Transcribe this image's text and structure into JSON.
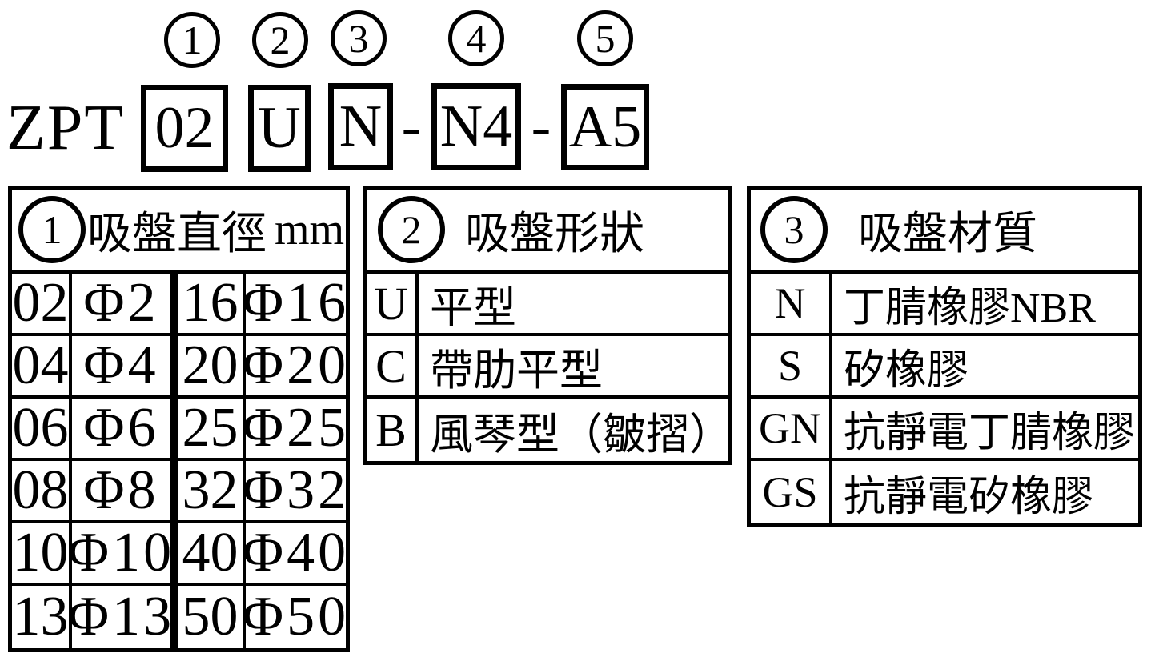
{
  "model_code": {
    "prefix": "ZPT",
    "separator": "-",
    "segments": [
      {
        "num": "1",
        "code": "02"
      },
      {
        "num": "2",
        "code": "U"
      },
      {
        "num": "3",
        "code": "N"
      },
      {
        "num": "4",
        "code": "N4"
      },
      {
        "num": "5",
        "code": "A5"
      }
    ]
  },
  "tables": {
    "diameter": {
      "num": "1",
      "title": "吸盤直徑",
      "unit": "mm",
      "rows": [
        {
          "code_a": "02",
          "dia_a": "Φ2",
          "code_b": "16",
          "dia_b": "Φ16"
        },
        {
          "code_a": "04",
          "dia_a": "Φ4",
          "code_b": "20",
          "dia_b": "Φ20"
        },
        {
          "code_a": "06",
          "dia_a": "Φ6",
          "code_b": "25",
          "dia_b": "Φ25"
        },
        {
          "code_a": "08",
          "dia_a": "Φ8",
          "code_b": "32",
          "dia_b": "Φ32"
        },
        {
          "code_a": "10",
          "dia_a": "Φ10",
          "code_b": "40",
          "dia_b": "Φ40"
        },
        {
          "code_a": "13",
          "dia_a": "Φ13",
          "code_b": "50",
          "dia_b": "Φ50"
        }
      ]
    },
    "shape": {
      "num": "2",
      "title": "吸盤形狀",
      "rows": [
        {
          "code": "U",
          "label": "平型"
        },
        {
          "code": "C",
          "label": "帶肋平型"
        },
        {
          "code": "B",
          "label": "風琴型（皺摺）"
        }
      ]
    },
    "material": {
      "num": "3",
      "title": "吸盤材質",
      "rows": [
        {
          "code": "N",
          "label": "丁腈橡膠NBR"
        },
        {
          "code": "S",
          "label": "矽橡膠"
        },
        {
          "code": "GN",
          "label": "抗靜電丁腈橡膠"
        },
        {
          "code": "GS",
          "label": "抗靜電矽橡膠"
        }
      ]
    }
  },
  "colors": {
    "ink": "#000000",
    "background": "#ffffff"
  }
}
